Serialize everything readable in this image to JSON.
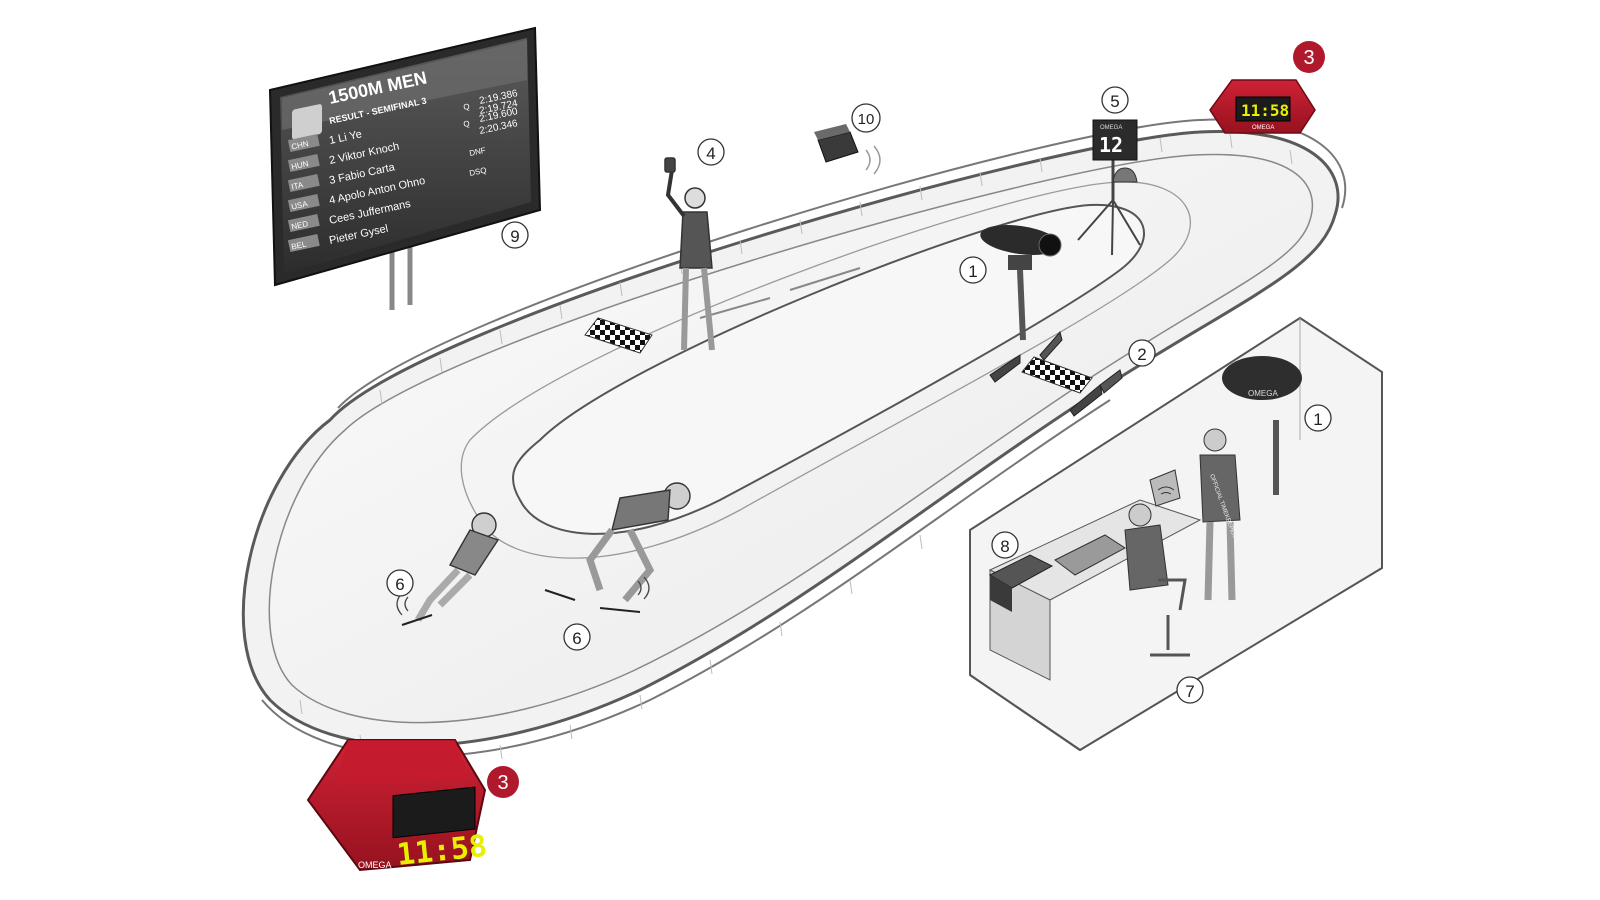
{
  "scoreboard": {
    "title": "1500M MEN",
    "subtitle": "RESULT - SEMIFINAL 3",
    "rows": [
      {
        "country": "CHN",
        "name": "1 Li Ye",
        "badge": "",
        "time": "2:19.724"
      },
      {
        "country": "HUN",
        "name": "2 Viktor Knoch",
        "badge": "",
        "time": "2:20.346"
      },
      {
        "country": "ITA",
        "name": "3 Fabio Carta",
        "badge": "DNF",
        "time": ""
      },
      {
        "country": "USA",
        "name": "4 Apolo Anton Ohno",
        "badge": "DSQ",
        "time": ""
      },
      {
        "country": "NED",
        "name": "Cees Juffermans",
        "badge": "",
        "time": ""
      },
      {
        "country": "BEL",
        "name": "Pieter Gysel",
        "badge": "",
        "time": ""
      }
    ],
    "header_times": [
      "2:19.386",
      "2:19.600"
    ],
    "header_badges": [
      "Q",
      "Q"
    ]
  },
  "display_time": "11:58",
  "brand": "OMEGA",
  "lap_counter": "12",
  "callouts": {
    "c1": "1",
    "c2": "2",
    "c3": "3",
    "c4": "4",
    "c5": "5",
    "c6": "6",
    "c7": "7",
    "c8": "8",
    "c9": "9",
    "c10": "10"
  },
  "booth_labels": {
    "shirt": "OFFICIAL TIMEKEEPER"
  },
  "colors": {
    "accent_red": "#b0182b",
    "display_yellow": "#e8f000",
    "display_bg": "#1b1b1b",
    "board_dark": "#3a3a3a"
  }
}
